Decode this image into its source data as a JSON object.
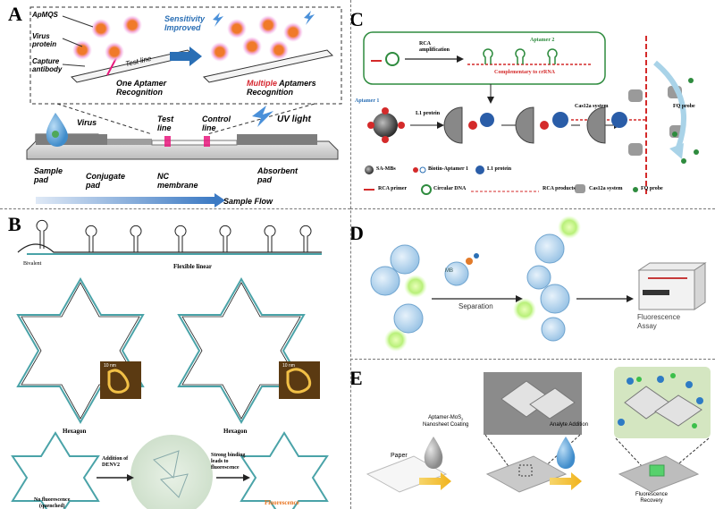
{
  "panels": {
    "A": {
      "label": "A",
      "apmqs": "ApMQS",
      "virus_protein": "Virus\nprotein",
      "capture_antibody": "Capture\nantibody",
      "test_line_small": "Test line",
      "sensitivity": "Sensitivity\nImproved",
      "one_aptamer": "One Aptamer\nRecognition",
      "multiple_word": "Multiple",
      "multiple_rest": " Aptamers",
      "recognition": "Recognition",
      "virus": "Virus",
      "test_line": "Test\nline",
      "control_line": "Control\nline",
      "uv_light": "UV light",
      "sample_pad": "Sample\npad",
      "conjugate_pad": "Conjugate\npad",
      "nc_membrane": "NC\nmembrane",
      "absorbent_pad": "Absorbent\npad",
      "sample_flow": "Sample Flow"
    },
    "B": {
      "label": "B",
      "bivalent": "Bivalent",
      "flexible_linear": "Flexible linear",
      "hexagon_left": "Hexagon",
      "hexagon_right": "Hexagon",
      "scale_left": "10 nm",
      "scale_right": "10 nm",
      "no_fluorescence": "No fluorescence\n(quenched)",
      "addition": "Addition of\nDENV2",
      "strong_binding": "Strong binding\nleads to\nfluorescence",
      "fluorescence": "Fluorescence"
    },
    "C": {
      "label": "C",
      "rca_amplification": "RCA\namplification",
      "aptamer2": "Aptamer 2",
      "complementary": "Complementary to crRNA",
      "aptamer1": "Aptamer 1",
      "l1_protein": "L1 protein",
      "cas12a_system": "Cas12a system",
      "fq_probe": "FQ probe",
      "legend": {
        "sa_mbs": "SA-MBs",
        "biotin_aptamer1": "Biotin-Aptamer 1",
        "l1_protein": "L1 protein",
        "rca_primer": "RCA primer",
        "circular_dna": "Circular DNA",
        "rca_products": "RCA products",
        "cas12a_system": "Cas12a system",
        "fq_probe": "FQ probe"
      }
    },
    "D": {
      "label": "D",
      "separation": "Separation",
      "fluorescence_assay": "Fluorescence\nAssay",
      "mb": "MB"
    },
    "E": {
      "label": "E",
      "paper": "Paper",
      "coating_line1": "Aptamer-MoS",
      "coating_sub": "2",
      "coating_line2": "Nanosheet Coating",
      "analyte_addition": "Analyte Addition",
      "fluorescence_recovery": "Fluorescence\nRecovery"
    }
  },
  "colors": {
    "accent_blue": "#2a6fb5",
    "multiple_red": "#d6262f",
    "rca_red": "#d42a2a",
    "aptamer_green": "#2e8b3e",
    "fluorescence_orange": "#e8731f",
    "test_line_pink": "#e8187c"
  },
  "icons": [
    "lightning-icon",
    "droplet-icon",
    "virus-icon",
    "magnetic-bead-icon",
    "plate-reader-icon",
    "arrow-icon"
  ]
}
